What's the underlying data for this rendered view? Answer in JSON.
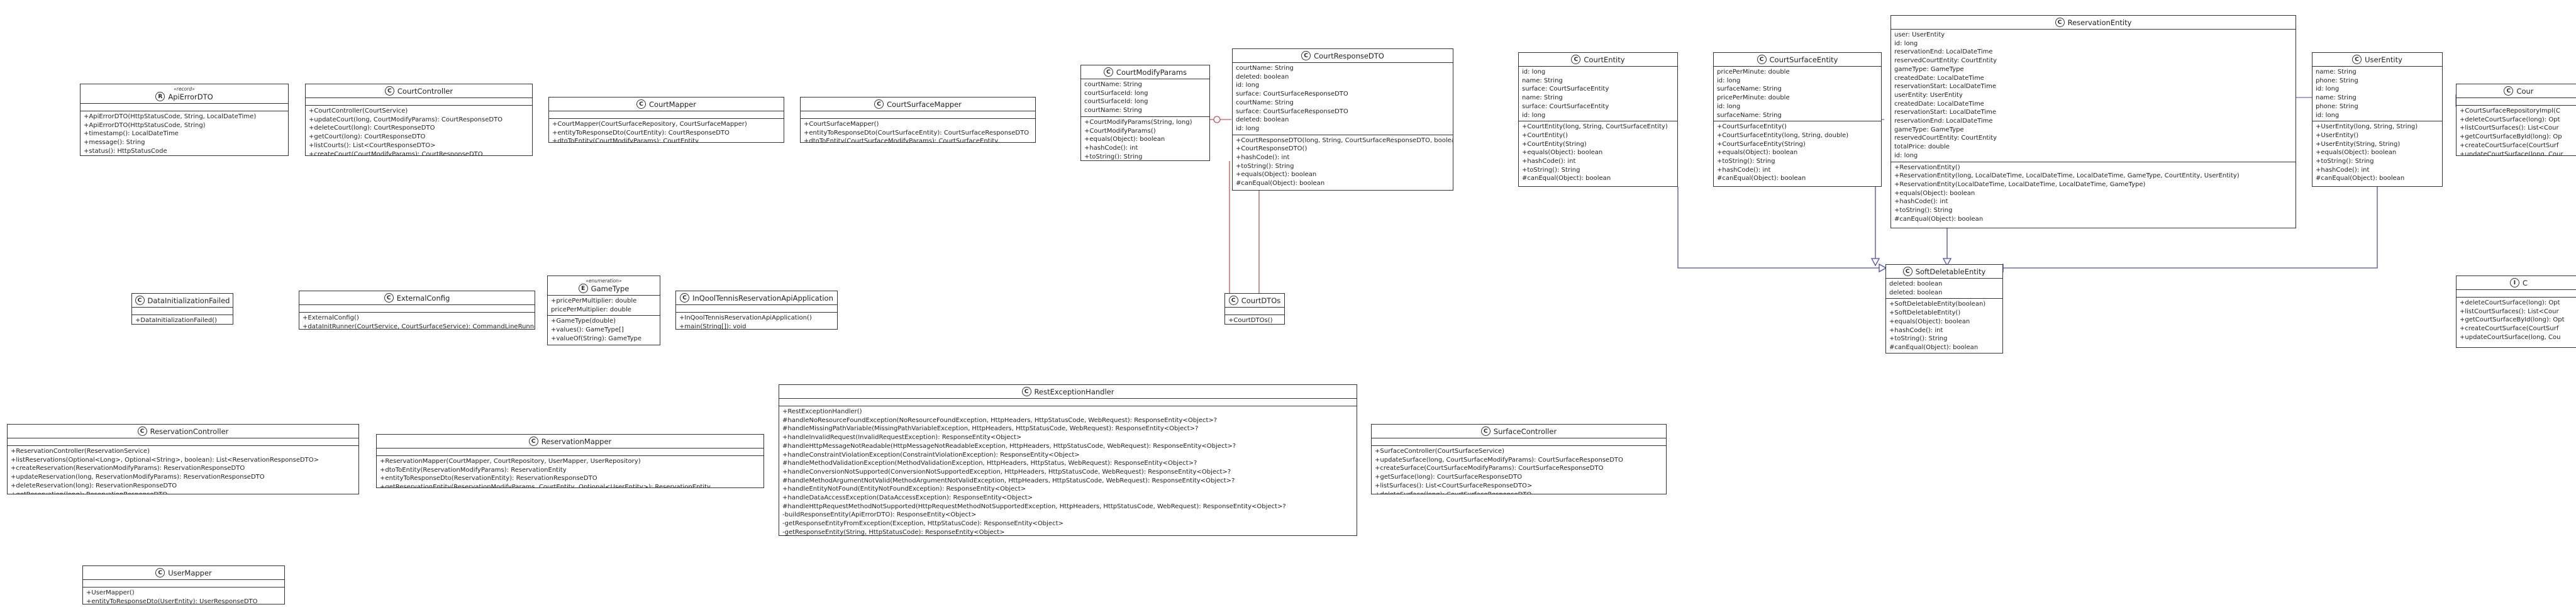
{
  "classes": {
    "api_error_dto": {
      "badge": "R",
      "stereotype": "«record»",
      "name": "ApiErrorDTO",
      "fields": [],
      "methods": [
        "+ApiErrorDTO(HttpStatusCode, String, LocalDateTime)",
        "+ApiErrorDTO(HttpStatusCode, String)",
        "+timestamp(): LocalDateTime",
        "+message(): String",
        "+status(): HttpStatusCode"
      ]
    },
    "court_controller": {
      "badge": "C",
      "name": "CourtController",
      "fields": [],
      "methods": [
        "+CourtController(CourtService)",
        "+updateCourt(long, CourtModifyParams): CourtResponseDTO",
        "+deleteCourt(long): CourtResponseDTO",
        "+getCourt(long): CourtResponseDTO",
        "+listCourts(): List<CourtResponseDTO>",
        "+createCourt(CourtModifyParams): CourtResponseDTO"
      ]
    },
    "court_mapper": {
      "badge": "C",
      "name": "CourtMapper",
      "fields": [],
      "methods": [
        "+CourtMapper(CourtSurfaceRepository, CourtSurfaceMapper)",
        "+entityToResponseDto(CourtEntity): CourtResponseDTO",
        "+dtoToEntity(CourtModifyParams): CourtEntity"
      ]
    },
    "court_surface_mapper": {
      "badge": "C",
      "name": "CourtSurfaceMapper",
      "fields": [],
      "methods": [
        "+CourtSurfaceMapper()",
        "+entityToResponseDto(CourtSurfaceEntity): CourtSurfaceResponseDTO",
        "+dtoToEntity(CourtSurfaceModifyParams): CourtSurfaceEntity"
      ]
    },
    "court_modify_params": {
      "badge": "C",
      "name": "CourtModifyParams",
      "fields": [
        "courtName: String",
        "courtSurfaceId: long",
        "courtSurfaceId: long",
        "courtName: String"
      ],
      "methods": [
        "+CourtModifyParams(String, long)",
        "+CourtModifyParams()",
        "+equals(Object): boolean",
        "+hashCode(): int",
        "+toString(): String",
        "#canEqual(Object): boolean"
      ]
    },
    "court_response_dto": {
      "badge": "C",
      "name": "CourtResponseDTO",
      "fields": [
        "courtName: String",
        "deleted: boolean",
        "id: long",
        "surface: CourtSurfaceResponseDTO",
        "courtName: String",
        "surface: CourtSurfaceResponseDTO",
        "deleted: boolean",
        "id: long"
      ],
      "methods": [
        "+CourtResponseDTO(long, String, CourtSurfaceResponseDTO, boolean)",
        "+CourtResponseDTO()",
        "+hashCode(): int",
        "+toString(): String",
        "+equals(Object): boolean",
        "#canEqual(Object): boolean"
      ]
    },
    "court_entity": {
      "badge": "C",
      "name": "CourtEntity",
      "fields": [
        "id: long",
        "name: String",
        "surface: CourtSurfaceEntity",
        "name: String",
        "surface: CourtSurfaceEntity",
        "id: long"
      ],
      "methods": [
        "+CourtEntity(long, String, CourtSurfaceEntity)",
        "+CourtEntity()",
        "+CourtEntity(String)",
        "+equals(Object): boolean",
        "+hashCode(): int",
        "+toString(): String",
        "#canEqual(Object): boolean"
      ]
    },
    "court_surface_entity": {
      "badge": "C",
      "name": "CourtSurfaceEntity",
      "fields": [
        "pricePerMinute: double",
        "id: long",
        "surfaceName: String",
        "pricePerMinute: double",
        "id: long",
        "surfaceName: String"
      ],
      "methods": [
        "+CourtSurfaceEntity()",
        "+CourtSurfaceEntity(long, String, double)",
        "+CourtSurfaceEntity(String)",
        "+equals(Object): boolean",
        "+toString(): String",
        "+hashCode(): int",
        "#canEqual(Object): boolean"
      ]
    },
    "reservation_entity": {
      "badge": "C",
      "name": "ReservationEntity",
      "fields": [
        "user: UserEntity",
        "id: long",
        "reservationEnd: LocalDateTime",
        "reservedCourtEntity: CourtEntity",
        "gameType: GameType",
        "createdDate: LocalDateTime",
        "reservationStart: LocalDateTime",
        "userEntity: UserEntity",
        "createdDate: LocalDateTime",
        "reservationStart: LocalDateTime",
        "reservationEnd: LocalDateTime",
        "gameType: GameType",
        "reservedCourtEntity: CourtEntity",
        "totalPrice: double",
        "id: long"
      ],
      "methods": [
        "+ReservationEntity()",
        "+ReservationEntity(long, LocalDateTime, LocalDateTime, LocalDateTime, GameType, CourtEntity, UserEntity)",
        "+ReservationEntity(LocalDateTime, LocalDateTime, LocalDateTime, GameType)",
        "+equals(Object): boolean",
        "+hashCode(): int",
        "+toString(): String",
        "#canEqual(Object): boolean"
      ]
    },
    "user_entity": {
      "badge": "C",
      "name": "UserEntity",
      "fields": [
        "name: String",
        "phone: String",
        "id: long",
        "name: String",
        "phone: String",
        "id: long"
      ],
      "methods": [
        "+UserEntity(long, String, String)",
        "+UserEntity()",
        "+UserEntity(String, String)",
        "+equals(Object): boolean",
        "+toString(): String",
        "+hashCode(): int",
        "#canEqual(Object): boolean"
      ]
    },
    "court_surface_service_partial": {
      "badge": "C",
      "name": "Cour",
      "fields": [],
      "methods": [
        "+CourtSurfaceRepositoryImpl(C",
        "+deleteCourtSurface(long): Opt",
        "+listCourtSurfaces(): List<Cour",
        "+getCourtSurfaceById(long): Op",
        "+createCourtSurface(CourtSurf",
        "+updateCourtSurface(long, Cour"
      ]
    },
    "court_dtos": {
      "badge": "C",
      "name": "CourtDTOs",
      "fields": [],
      "methods": [
        "+CourtDTOs()"
      ]
    },
    "soft_deletable_entity": {
      "badge": "C",
      "name": "SoftDeletableEntity",
      "fields": [
        "deleted: boolean",
        "deleted: boolean"
      ],
      "methods": [
        "+SoftDeletableEntity(boolean)",
        "+SoftDeletableEntity()",
        "+equals(Object): boolean",
        "+hashCode(): int",
        "+toString(): String",
        "#canEqual(Object): boolean"
      ]
    },
    "interface_partial": {
      "badge": "I",
      "name": "C",
      "fields": [],
      "methods": [
        "+deleteCourtSurface(long): Opt",
        "+listCourtSurfaces(): List<Cour",
        "+getCourtSurfaceById(long): Opt",
        "+createCourtSurface(CourtSurf",
        "+updateCourtSurface(long, Cou"
      ]
    },
    "data_initialization_failed": {
      "badge": "C",
      "name": "DataInitializationFailed",
      "fields": [],
      "methods": [
        "+DataInitializationFailed()"
      ]
    },
    "external_config": {
      "badge": "C",
      "name": "ExternalConfig",
      "fields": [],
      "methods": [
        "+ExternalConfig()",
        "+dataInitRunner(CourtService, CourtSurfaceService): CommandLineRunner"
      ]
    },
    "game_type": {
      "badge": "E",
      "stereotype": "«enumeration»",
      "name": "GameType",
      "fields": [
        "+pricePerMultiplier: double",
        "pricePerMultiplier: double"
      ],
      "methods": [
        "+GameType(double)",
        "+values(): GameType[]",
        "+valueOf(String): GameType"
      ]
    },
    "app": {
      "badge": "C",
      "name": "InQoolTennisReservationApiApplication",
      "fields": [],
      "methods": [
        "+InQoolTennisReservationApiApplication()",
        "+main(String[]): void"
      ]
    },
    "reservation_controller": {
      "badge": "C",
      "name": "ReservationController",
      "fields": [],
      "methods": [
        "+ReservationController(ReservationService)",
        "+listReservations(Optional<Long>, Optional<String>, boolean): List<ReservationResponseDTO>",
        "+createReservation(ReservationModifyParams): ReservationResponseDTO",
        "+updateReservation(long, ReservationModifyParams): ReservationResponseDTO",
        "+deleteReservation(long): ReservationResponseDTO",
        "+getReservation(long): ReservationResponseDTO"
      ]
    },
    "reservation_mapper": {
      "badge": "C",
      "name": "ReservationMapper",
      "fields": [],
      "methods": [
        "+ReservationMapper(CourtMapper, CourtRepository, UserMapper, UserRepository)",
        "+dtoToEntity(ReservationModifyParams): ReservationEntity",
        "+entityToResponseDto(ReservationEntity): ReservationResponseDTO",
        "+getReservationEntity(ReservationModifyParams, CourtEntity, Optional<UserEntity>): ReservationEntity"
      ]
    },
    "rest_exception_handler": {
      "badge": "C",
      "name": "RestExceptionHandler",
      "fields": [],
      "methods": [
        "+RestExceptionHandler()",
        "#handleNoResourceFoundException(NoResourceFoundException, HttpHeaders, HttpStatusCode, WebRequest): ResponseEntity<Object>?",
        "#handleMissingPathVariable(MissingPathVariableException, HttpHeaders, HttpStatusCode, WebRequest): ResponseEntity<Object>?",
        "+handleInvalidRequest(InvalidRequestException): ResponseEntity<Object>",
        "#handleHttpMessageNotReadable(HttpMessageNotReadableException, HttpHeaders, HttpStatusCode, WebRequest): ResponseEntity<Object>?",
        "+handleConstraintViolationException(ConstraintViolationException): ResponseEntity<Object>",
        "#handleMethodValidationException(MethodValidationException, HttpHeaders, HttpStatus, WebRequest): ResponseEntity<Object>?",
        "+handleConversionNotSupported(ConversionNotSupportedException, HttpHeaders, HttpStatusCode, WebRequest): ResponseEntity<Object>?",
        "#handleMethodArgumentNotValid(MethodArgumentNotValidException, HttpHeaders, HttpStatusCode, WebRequest): ResponseEntity<Object>?",
        "+handleEntityNotFound(EntityNotFoundException): ResponseEntity<Object>",
        "+handleDataAccessException(DataAccessException): ResponseEntity<Object>",
        "#handleHttpRequestMethodNotSupported(HttpRequestMethodNotSupportedException, HttpHeaders, HttpStatusCode, WebRequest): ResponseEntity<Object>?",
        "-buildResponseEntity(ApiErrorDTO): ResponseEntity<Object>",
        "-getResponseEntityFromException(Exception, HttpStatusCode): ResponseEntity<Object>",
        "-getResponseEntity(String, HttpStatusCode): ResponseEntity<Object>"
      ]
    },
    "surface_controller": {
      "badge": "C",
      "name": "SurfaceController",
      "fields": [],
      "methods": [
        "+SurfaceController(CourtSurfaceService)",
        "+updateSurface(long, CourtSurfaceModifyParams): CourtSurfaceResponseDTO",
        "+createSurface(CourtSurfaceModifyParams): CourtSurfaceResponseDTO",
        "+getSurface(long): CourtSurfaceResponseDTO",
        "+listSurfaces(): List<CourtSurfaceResponseDTO>",
        "+deleteSurface(long): CourtSurfaceResponseDTO"
      ]
    },
    "user_mapper": {
      "badge": "C",
      "name": "UserMapper",
      "fields": [],
      "methods": [
        "+UserMapper()",
        "+entityToResponseDto(UserEntity): UserResponseDTO"
      ]
    }
  }
}
